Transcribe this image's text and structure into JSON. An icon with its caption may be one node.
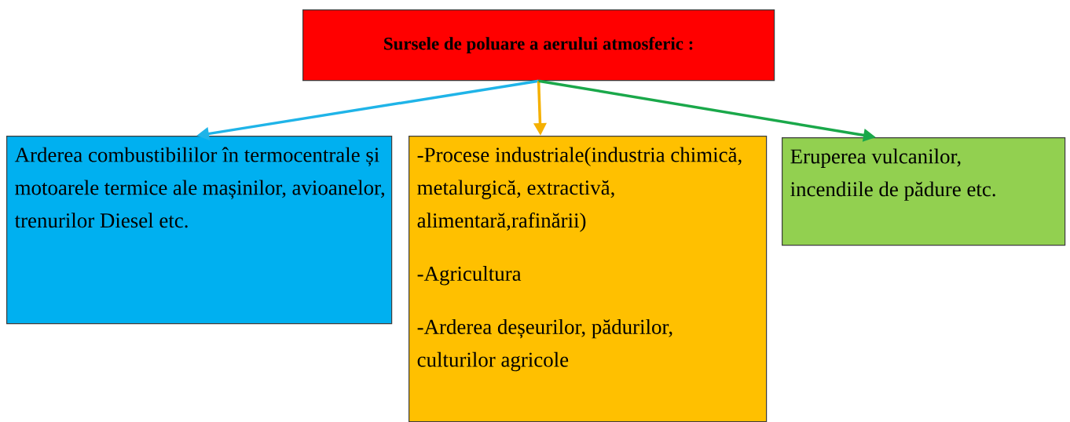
{
  "diagram": {
    "nodes": [
      {
        "text": [
          "Sursele de poluare a aerului atmosferic :"
        ]
      },
      {
        "text": [
          "Arderea combustibililor  în termocentrale și motoarele termice ale mașinilor, avioanelor, trenurilor Diesel etc."
        ]
      },
      {
        "text": [
          "-Procese industriale(industria chimică, metalurgică, extractivă,  alimentară,rafinării)",
          "-Agricultura",
          "-Arderea deșeurilor, pădurilor, culturilor agricole"
        ]
      },
      {
        "text": [
          "Eruperea vulcanilor, incendiile de pădure etc."
        ]
      }
    ],
    "edges": [
      {
        "from": 0,
        "to": 1,
        "arrow": "to",
        "color": "#1fb4e8"
      },
      {
        "from": 0,
        "to": 2,
        "arrow": "to",
        "color": "#f5b000"
      },
      {
        "from": 0,
        "to": 3,
        "arrow": "to",
        "color": "#1aa84a"
      }
    ]
  }
}
